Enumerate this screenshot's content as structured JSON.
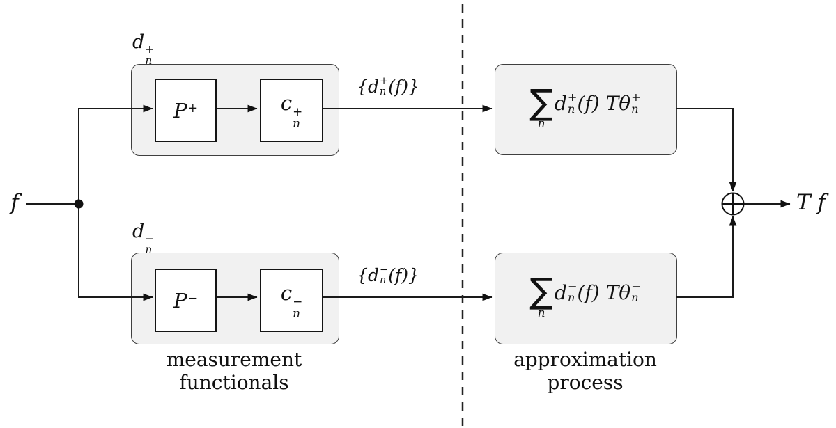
{
  "diagram": {
    "input_label": "f",
    "output_label": "T f",
    "captions": {
      "left": [
        "measurement",
        "functionals"
      ],
      "right": [
        "approximation",
        "process"
      ]
    },
    "icons": {
      "sum_junction": "circled-plus"
    },
    "upper": {
      "tag": {
        "base": "d",
        "sup": "+",
        "sub": "n"
      },
      "p": {
        "base": "P",
        "sup": "+"
      },
      "c": {
        "base": "c",
        "sup": "+",
        "sub": "n"
      },
      "signal": {
        "pre": "{d",
        "sup": "+",
        "sub": "n",
        "post": "(f)}"
      },
      "sum": {
        "sigma": "∑",
        "sigma_sub": "n",
        "d": "d",
        "d_sup": "+",
        "d_sub": "n",
        "mid": "(f) T",
        "theta": "θ",
        "theta_sup": "+",
        "theta_sub": "n"
      }
    },
    "lower": {
      "tag": {
        "base": "d",
        "sup": "−",
        "sub": "n"
      },
      "p": {
        "base": "P",
        "sup": "−"
      },
      "c": {
        "base": "c",
        "sup": "−",
        "sub": "n"
      },
      "signal": {
        "pre": "{d",
        "sup": "−",
        "sub": "n",
        "post": "(f)}"
      },
      "sum": {
        "sigma": "∑",
        "sigma_sub": "n",
        "d": "d",
        "d_sup": "−",
        "d_sub": "n",
        "mid": "(f) T",
        "theta": "θ",
        "theta_sup": "−",
        "theta_sub": "n"
      }
    }
  }
}
